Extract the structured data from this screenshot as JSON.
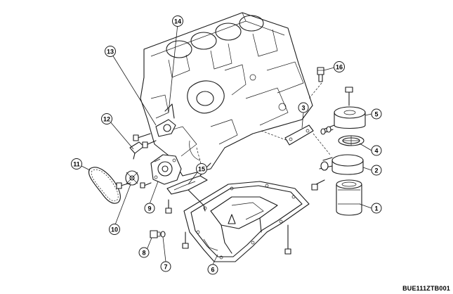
{
  "callouts": [
    {
      "id": "c1",
      "label": "1"
    },
    {
      "id": "c2",
      "label": "2"
    },
    {
      "id": "c3",
      "label": "3"
    },
    {
      "id": "c4",
      "label": "4"
    },
    {
      "id": "c5",
      "label": "5"
    },
    {
      "id": "c6",
      "label": "6"
    },
    {
      "id": "c7",
      "label": "7"
    },
    {
      "id": "c8",
      "label": "8"
    },
    {
      "id": "c9",
      "label": "9"
    },
    {
      "id": "c10",
      "label": "10"
    },
    {
      "id": "c11",
      "label": "11"
    },
    {
      "id": "c12",
      "label": "12"
    },
    {
      "id": "c13",
      "label": "13"
    },
    {
      "id": "c14",
      "label": "14"
    },
    {
      "id": "c15",
      "label": "15"
    },
    {
      "id": "c16",
      "label": "16"
    }
  ],
  "reference_code": "BUE111ZTB001"
}
